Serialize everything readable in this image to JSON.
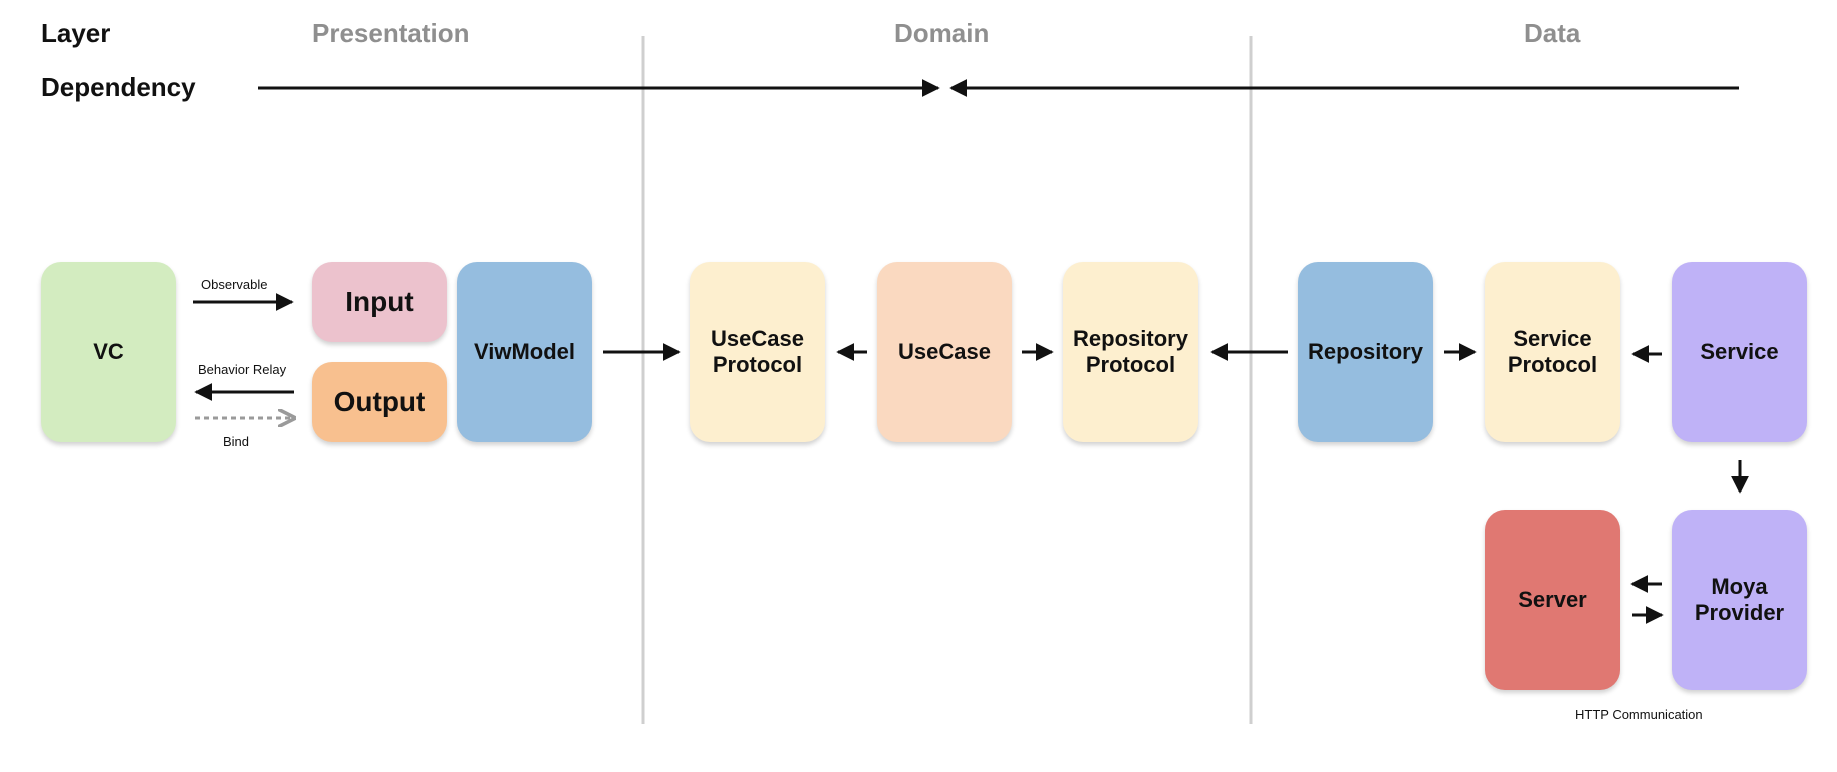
{
  "header": {
    "layer_label": "Layer",
    "dependency_label": "Dependency"
  },
  "layers": {
    "presentation": "Presentation",
    "domain": "Domain",
    "data": "Data"
  },
  "nodes": {
    "vc": "VC",
    "input": "Input",
    "output": "Output",
    "viewmodel": "ViwModel",
    "usecase_protocol": "UseCase\nProtocol",
    "usecase": "UseCase",
    "repository_protocol": "Repository\nProtocol",
    "repository": "Repository",
    "service_protocol": "Service\nProtocol",
    "service": "Service",
    "server": "Server",
    "moya_provider": "Moya\nProvider"
  },
  "edge_labels": {
    "observable": "Observable",
    "behavior_relay": "Behavior Relay",
    "bind": "Bind",
    "http": "HTTP Communication"
  },
  "colors": {
    "green": "#d3ecc0",
    "pink": "#ecc2cd",
    "orange": "#f8c08f",
    "blue": "#95bddf",
    "cream": "#fdefcf",
    "peach": "#fad9c0",
    "purple": "#bfb2f7",
    "red": "#e07872",
    "divider": "#cfcfcf",
    "layer_text": "#8f8f8f"
  }
}
